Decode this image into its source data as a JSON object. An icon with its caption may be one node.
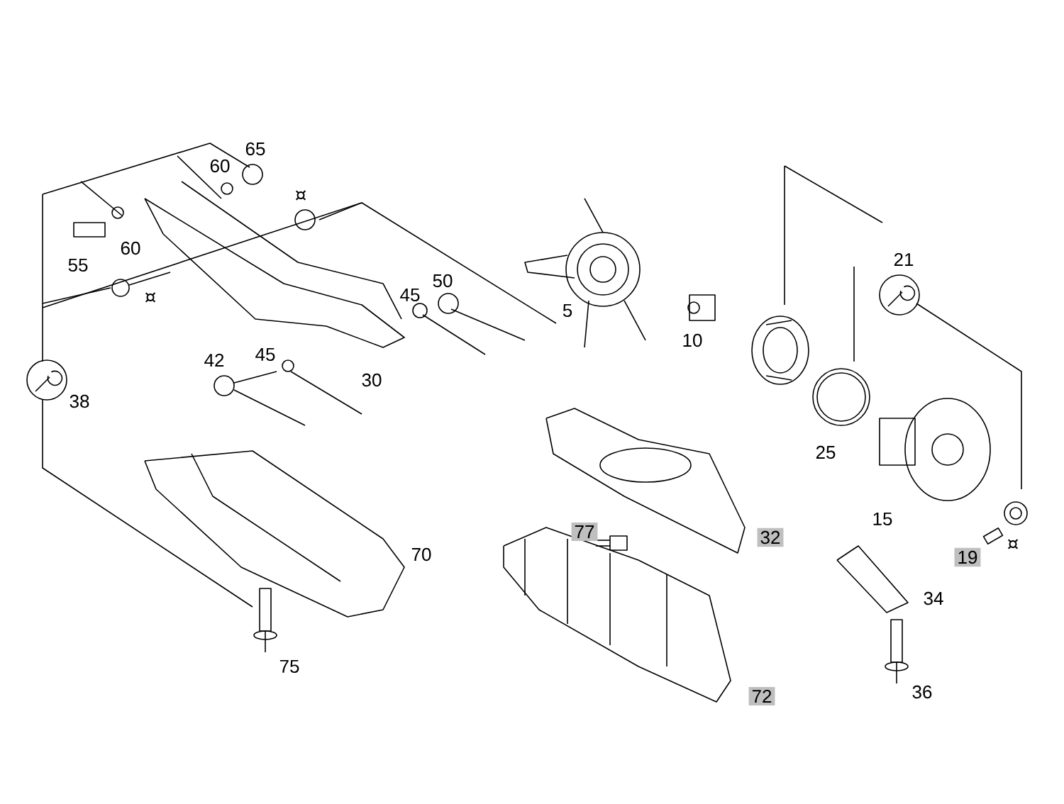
{
  "diagram": {
    "labels": [
      "65",
      "60",
      "¤",
      "21",
      "60",
      "55",
      "¤",
      "50",
      "45",
      "5",
      "10",
      "45",
      "42",
      "30",
      "38",
      "25",
      "15",
      "77",
      "32",
      "¤",
      "70",
      "19",
      "34",
      "75",
      "36",
      "72"
    ]
  }
}
